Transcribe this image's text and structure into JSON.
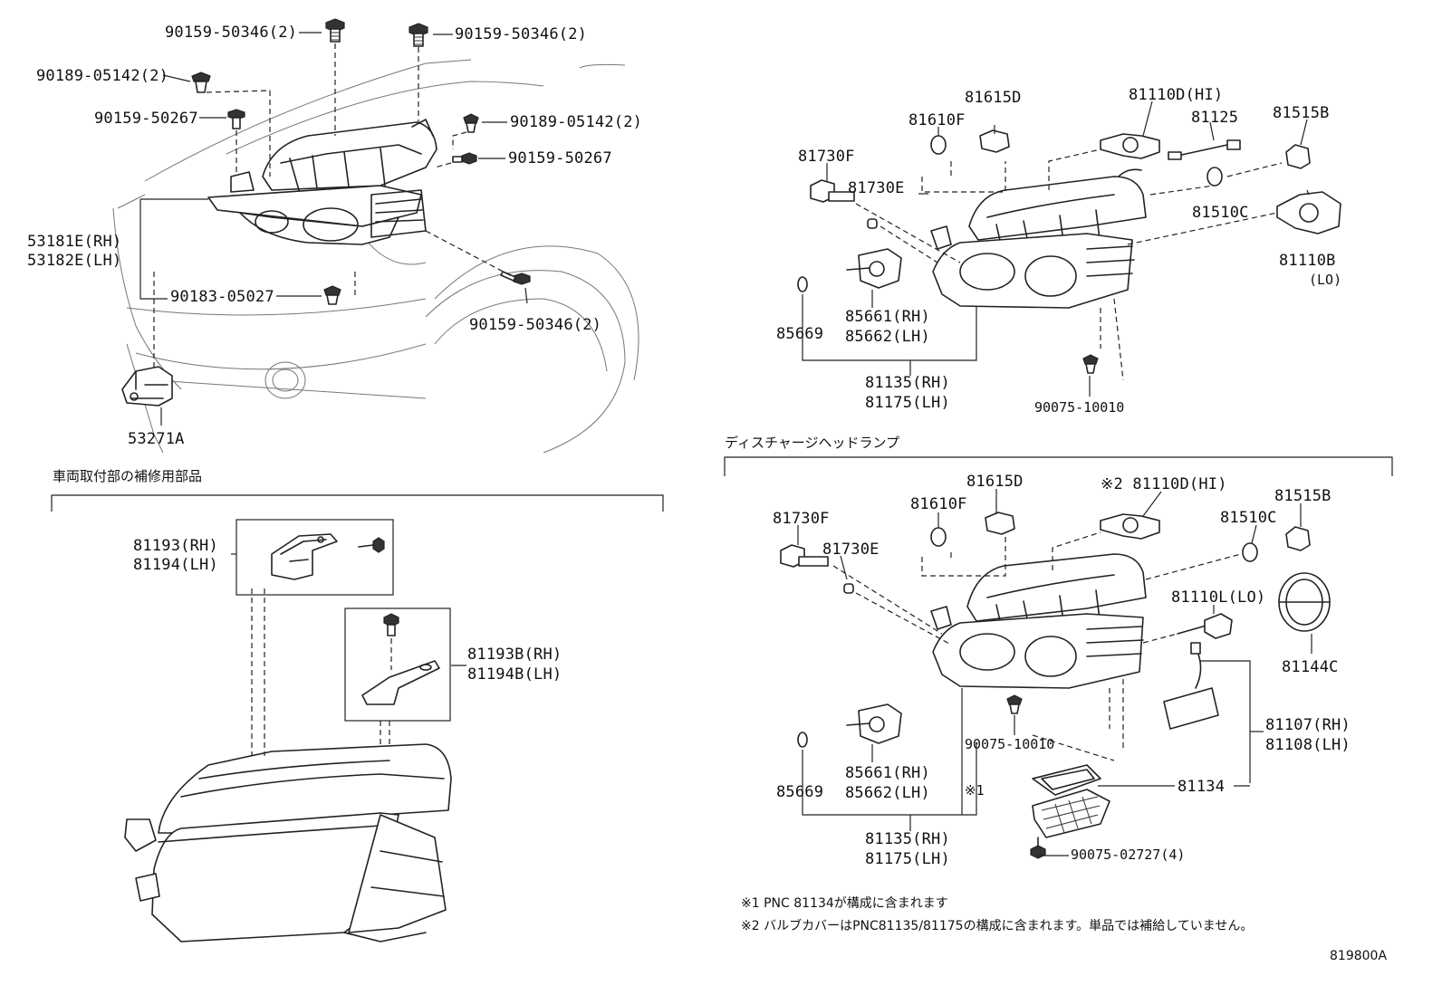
{
  "diagram_code": "819800A",
  "sections": {
    "repair_parts_title": "車両取付部の補修用部品",
    "discharge_title": "ディスチャージヘッドランプ"
  },
  "labels": {
    "s9015950346_2a": "90159-50346(2)",
    "s9015950346_2b": "90159-50346(2)",
    "s9015950346_2c": "90159-50346(2)",
    "c9018905142_2a": "90189-05142(2)",
    "c9018905142_2b": "90189-05142(2)",
    "s9015950267a": "90159-50267",
    "s9015950267b": "90159-50267",
    "p53181e": "53181E(RH)",
    "p53182e": "53182E(LH)",
    "c9018305027": "90183-05027",
    "b53271a": "53271A",
    "b81193": "81193(RH)",
    "b81194": "81194(LH)",
    "b81193b": "81193B(RH)",
    "b81194b": "81194B(LH)",
    "u81615d": "81615D",
    "u81610f": "81610F",
    "u81730f": "81730F",
    "u81730e": "81730E",
    "u81110d": "81110D(HI)",
    "u81125": "81125",
    "u81515b": "81515B",
    "u81510c": "81510C",
    "u81110b": "81110B",
    "u81110b_lo": "(LO)",
    "u85669": "85669",
    "u85661": "85661(RH)",
    "u85662": "85662(LH)",
    "u81135": "81135(RH)",
    "u81175": "81175(LH)",
    "u9007510010": "90075-10010",
    "d81730f": "81730F",
    "d81610f": "81610F",
    "d81615d": "81615D",
    "d81110d": "※2 81110D(HI)",
    "d81515b": "81515B",
    "d81510c": "81510C",
    "d81730e": "81730E",
    "d81110l": "81110L(LO)",
    "d81144c": "81144C",
    "d9007510010": "90075-10010",
    "d81107": "81107(RH)",
    "d81108": "81108(LH)",
    "d81134": "81134",
    "d85669": "85669",
    "d85661": "85661(RH)",
    "d85662": "85662(LH)",
    "d_mark1": "※1",
    "d81135": "81135(RH)",
    "d81175": "81175(LH)",
    "d9007502727": "90075-02727(4)"
  },
  "notes": {
    "note1": "※1 PNC 81134が構成に含まれます",
    "note2": "※2 バルブカバーはPNC81135/81175の構成に含まれます。単品では補給していません。"
  }
}
